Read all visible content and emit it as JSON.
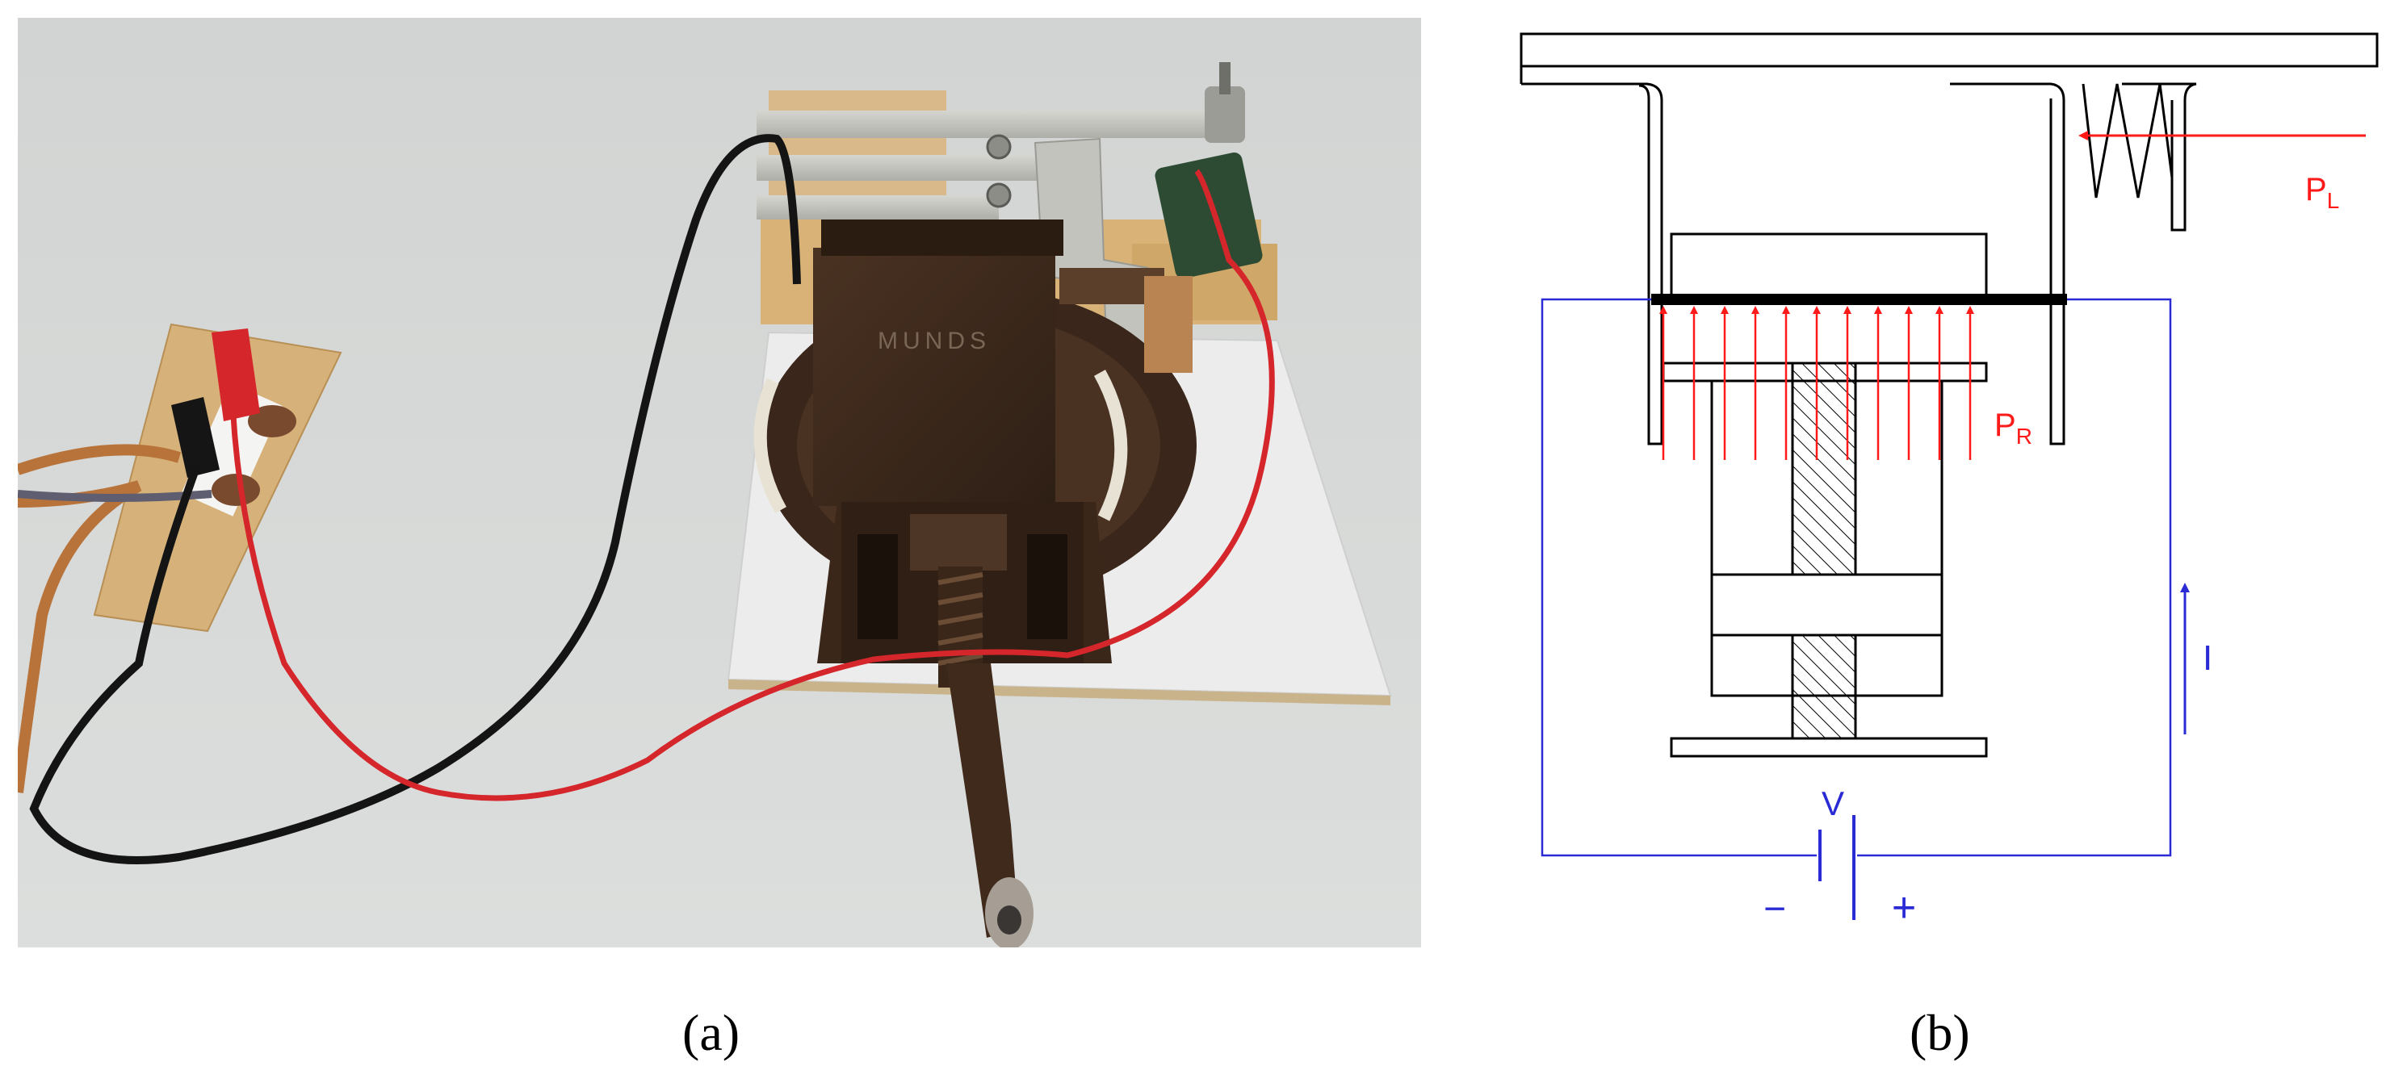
{
  "figure": {
    "panel_a": {
      "caption": "(a)",
      "photo_subject": "bench-vise rig with wood block, aluminium bracket, clamps and red/black test leads",
      "vise_logo_text": "MUNDS",
      "colors": {
        "floor": "#d7d9d8",
        "vise_body": "#3f2a1c",
        "wood": "#d8b276",
        "aluminium": "#c9c9c4",
        "red_wire": "#d5262b",
        "black_wire": "#141414",
        "brown_wire": "#b8733a",
        "board": "#ececec"
      }
    },
    "panel_b": {
      "caption": "(b)",
      "labels": {
        "p_l_main": "P",
        "p_l_sub": "L",
        "p_r_main": "P",
        "p_r_sub": "R",
        "current": "I",
        "voltage": "V",
        "minus": "−",
        "plus": "+"
      },
      "colors": {
        "line": "#000000",
        "force_arrows": "#ff1a1a",
        "circuit": "#2b2bd6"
      }
    }
  }
}
